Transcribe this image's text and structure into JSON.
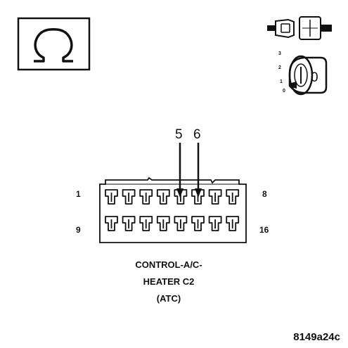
{
  "ohmmeter": {
    "symbol": "Ω"
  },
  "ignition": {
    "positions": [
      "3",
      "2",
      "1",
      "0"
    ],
    "key_position": "0"
  },
  "connector": {
    "callouts": [
      "5",
      "6"
    ],
    "row1_start": "1",
    "row1_end": "8",
    "row2_start": "9",
    "row2_end": "16",
    "title_line1": "CONTROL-A/C-",
    "title_line2": "HEATER C2",
    "title_line3": "(ATC)"
  },
  "figure_id": "8149a24c",
  "colors": {
    "ink": "#111111",
    "background": "#ffffff"
  }
}
